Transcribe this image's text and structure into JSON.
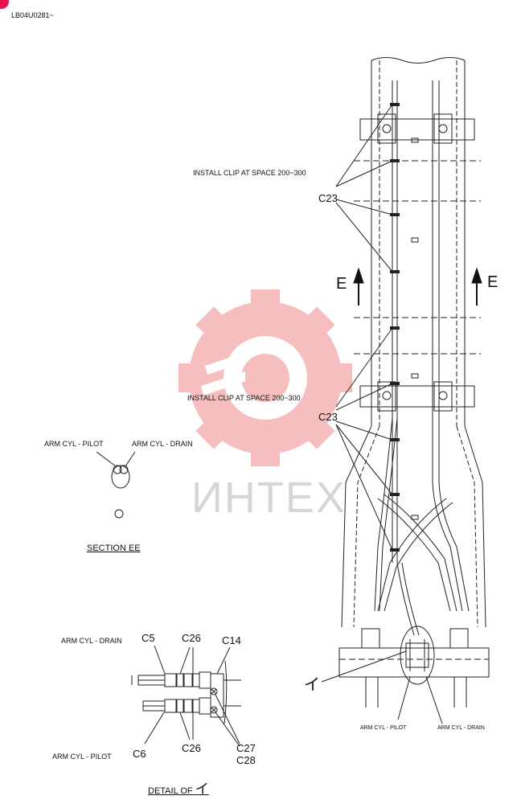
{
  "doc_code": "LB04U0281~",
  "watermark": {
    "text": "ИНТЕХ",
    "color": "#f6b7b7"
  },
  "labels": {
    "install_clip_1": "INSTALL CLIP AT SPACE 200~300",
    "install_clip_2": "INSTALL CLIP AT SPACE 200~300",
    "c23_1": "C23",
    "c23_2": "C23",
    "e_left": "E",
    "e_right": "E",
    "section_ee": "SECTION EE",
    "arm_cyl_pilot_ee": "ARM CYL - PILOT",
    "arm_cyl_drain_ee": "ARM CYL - DRAIN",
    "arm_cyl_drain_detail": "ARM CYL - DRAIN",
    "arm_cyl_pilot_detail": "ARM CYL - PILOT",
    "c5": "C5",
    "c26_top": "C26",
    "c14": "C14",
    "c6": "C6",
    "c26_bottom": "C26",
    "c27": "C27",
    "c28": "C28",
    "detail_of": "DETAIL OF",
    "detail_marker": "イ",
    "detail_marker_main": "イ",
    "arm_cyl_pilot_small": "ARM CYL - PILOT",
    "arm_cyl_drain_small": "ARM CYL - DRAIN"
  }
}
